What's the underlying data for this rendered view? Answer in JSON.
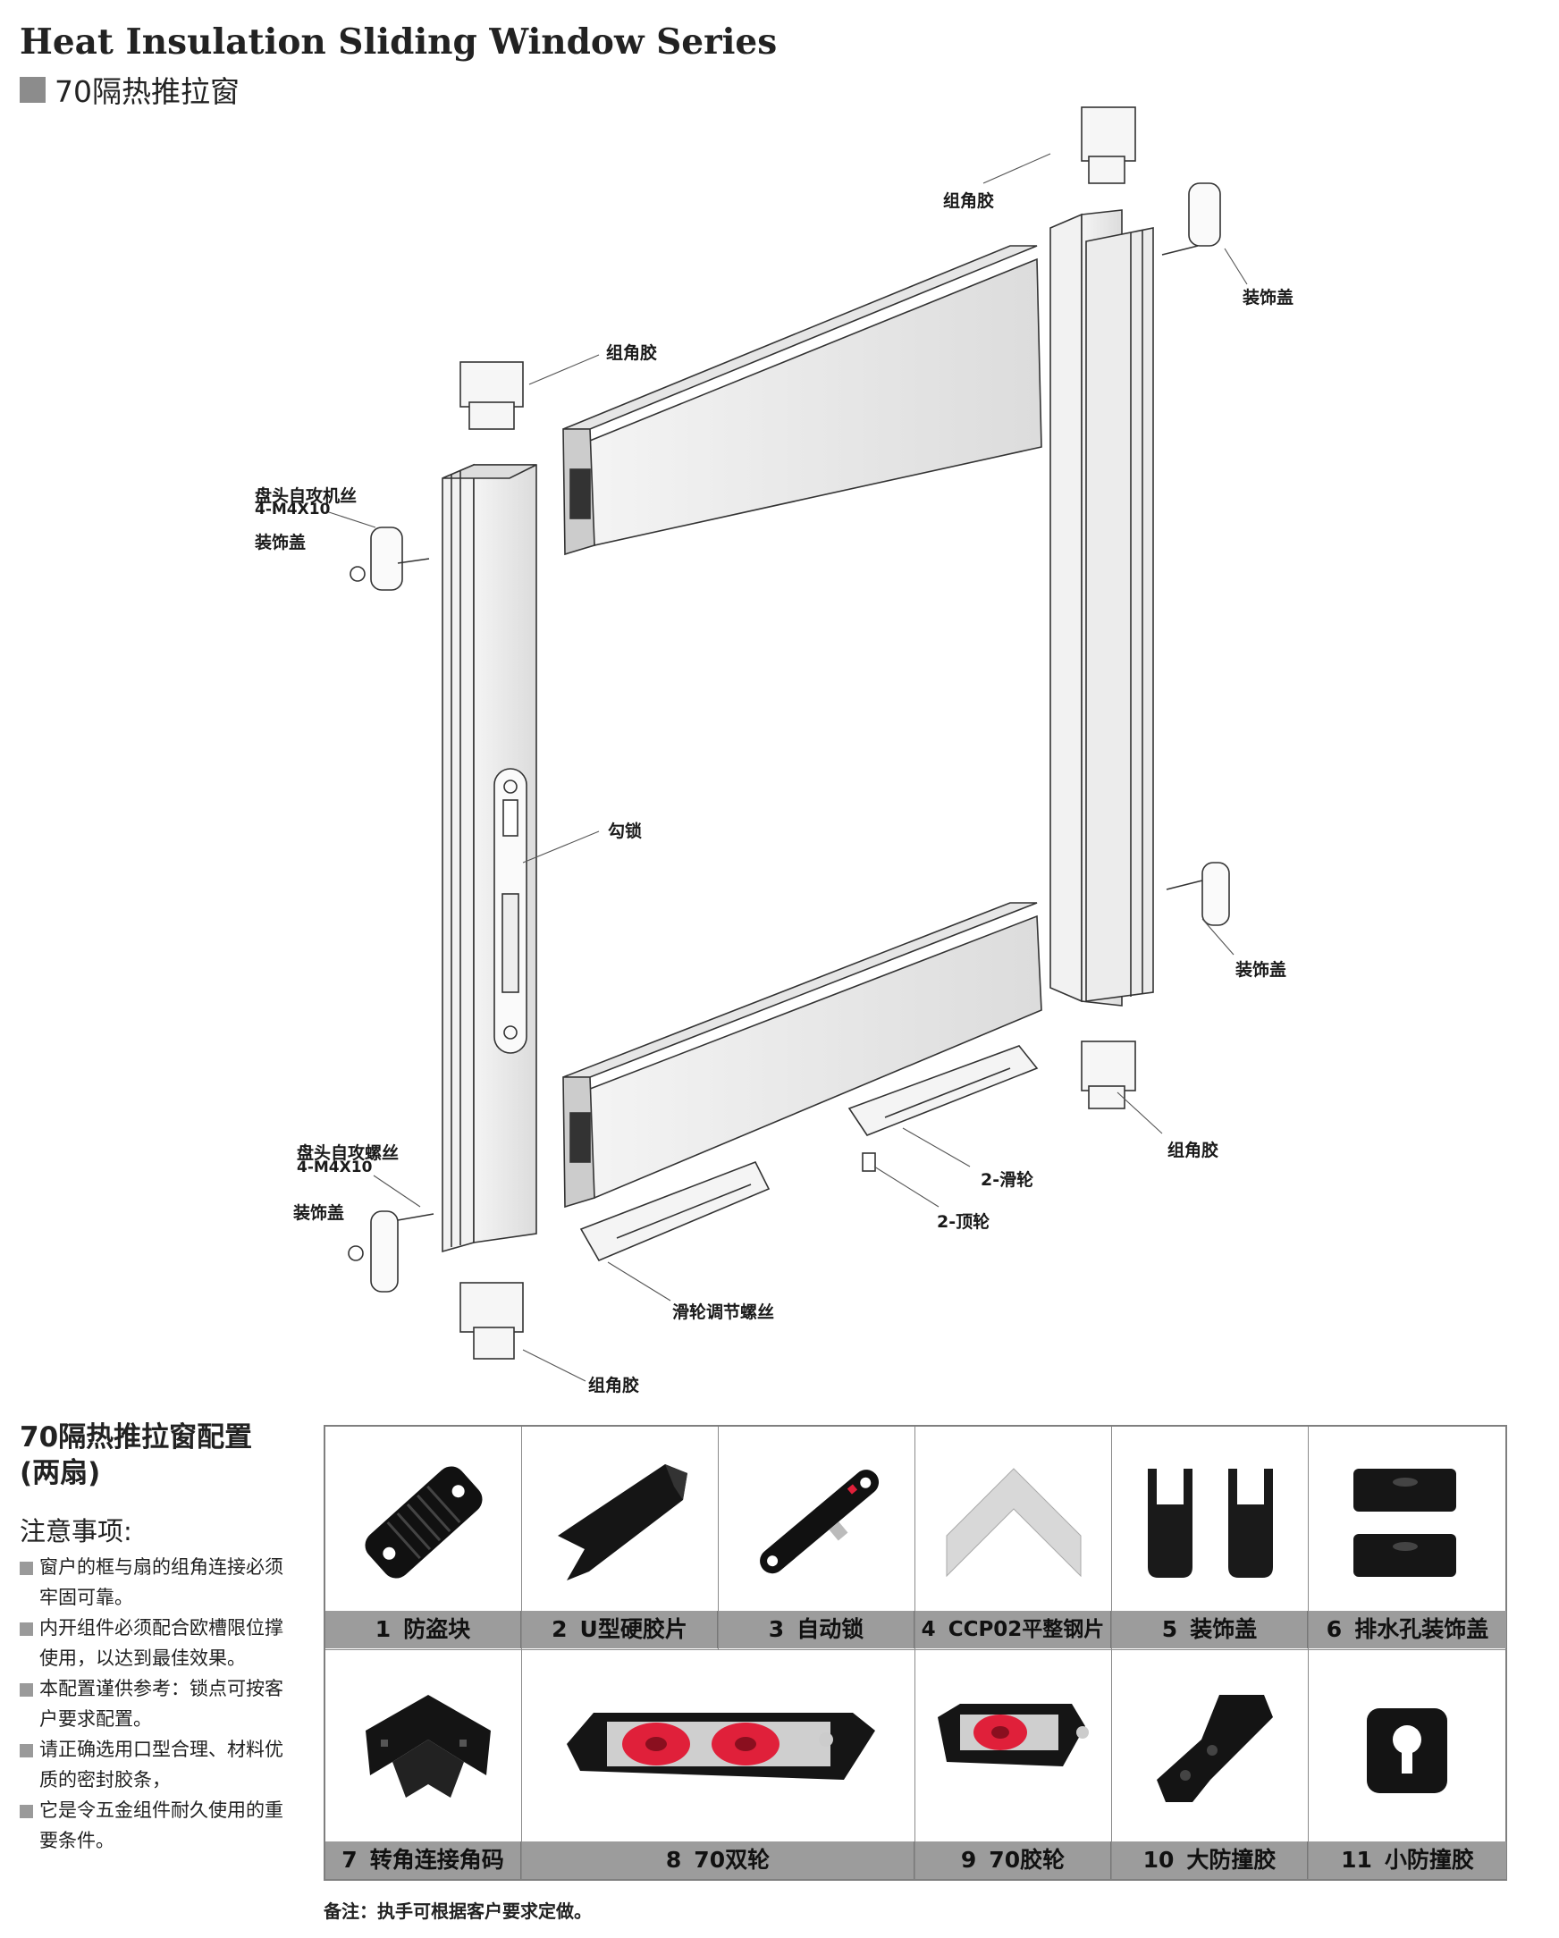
{
  "header": {
    "title_en": "Heat Insulation Sliding Window Series",
    "title_cn": "70隔热推拉窗"
  },
  "diagram": {
    "labels": {
      "corner_rubber_top": "组角胶",
      "corner_rubber_upper_left": "组角胶",
      "decor_cap_top_right": "装饰盖",
      "screw_top_left": "盘头自攻机丝",
      "screw_top_left_spec": "4-M4X10",
      "decor_cap_top_left": "装饰盖",
      "hook_lock": "勾锁",
      "decor_cap_bottom_right": "装饰盖",
      "corner_rubber_bottom_right": "组角胶",
      "slide_wheel": "2-滑轮",
      "top_wheel": "2-顶轮",
      "screw_bottom_left": "盘头自攻螺丝",
      "screw_bottom_left_spec": "4-M4X10",
      "decor_cap_bottom_left": "装饰盖",
      "wheel_adjust_screw": "滑轮调节螺丝",
      "corner_rubber_bottom": "组角胶"
    }
  },
  "config": {
    "title": "70隔热推拉窗配置",
    "subtitle": "(两扇)",
    "notes_title": "注意事项:",
    "notes": [
      "窗户的框与扇的组角连接必须牢固可靠。",
      "内开组件必须配合欧槽限位撑使用，以达到最佳效果。",
      "本配置谨供参考：锁点可按客户要求配置。",
      "请正确选用口型合理、材料优质的密封胶条，",
      "它是令五金组件耐久使用的重要条件。"
    ]
  },
  "parts": [
    {
      "num": "1",
      "name": "防盗块",
      "icon": "anti-theft-block-icon"
    },
    {
      "num": "2",
      "name": "U型硬胶片",
      "icon": "u-rubber-strip-icon"
    },
    {
      "num": "3",
      "name": "自动锁",
      "icon": "auto-lock-icon"
    },
    {
      "num": "4",
      "name": "CCP02平整钢片",
      "icon": "steel-plate-icon"
    },
    {
      "num": "5",
      "name": "装饰盖",
      "icon": "decor-cap-icon"
    },
    {
      "num": "6",
      "name": "排水孔装饰盖",
      "icon": "drain-cap-icon"
    },
    {
      "num": "7",
      "name": "转角连接角码",
      "icon": "corner-connector-icon"
    },
    {
      "num": "8",
      "name": "70双轮",
      "icon": "double-wheel-icon"
    },
    {
      "num": "9",
      "name": "70胶轮",
      "icon": "rubber-wheel-icon"
    },
    {
      "num": "10",
      "name": "大防撞胶",
      "icon": "large-bumper-icon"
    },
    {
      "num": "11",
      "name": "小防撞胶",
      "icon": "small-bumper-icon"
    }
  ],
  "footnote": "备注：执手可根据客户要求定做。",
  "colors": {
    "caption_bg": "#9c9c9c",
    "wheel_red": "#e0203a",
    "part_black": "#111111"
  }
}
